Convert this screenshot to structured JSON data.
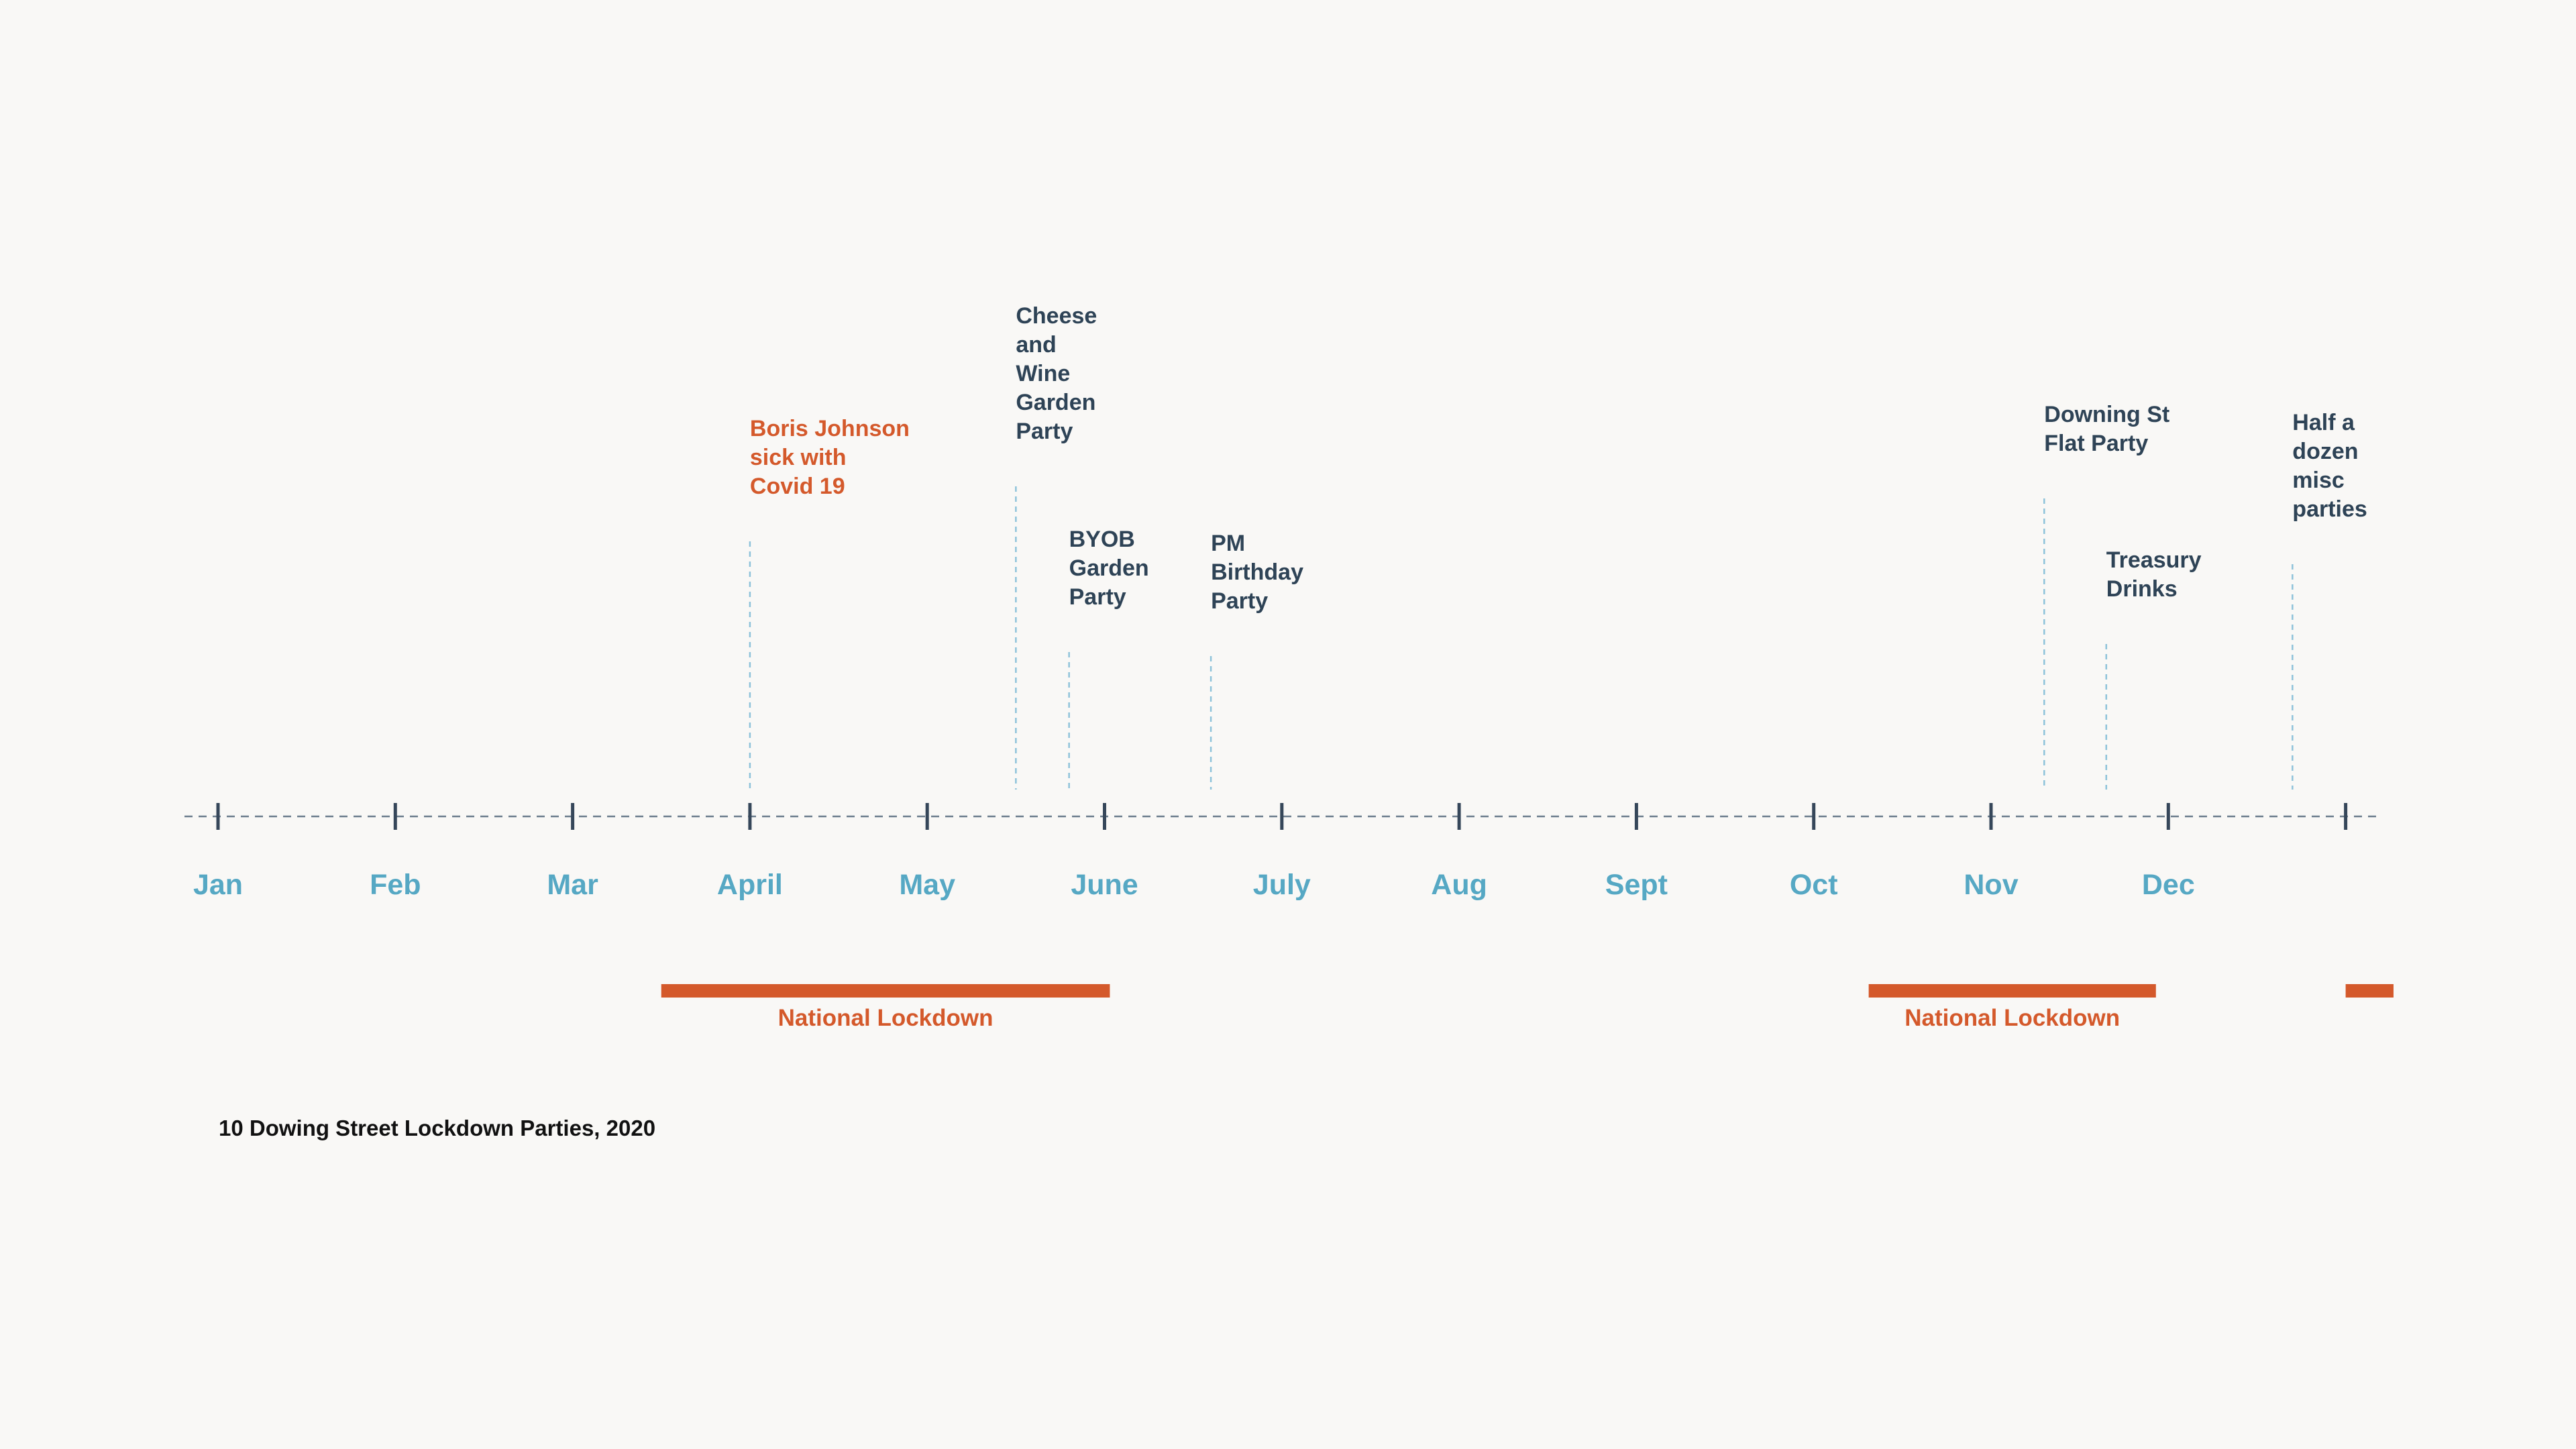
{
  "caption": "10 Dowing Street Lockdown Parties, 2020",
  "colors": {
    "background": "#f9f8f6",
    "month": "#56a8c4",
    "event_text": "#2e4356",
    "highlight": "#d4592b",
    "tick": "#36475a",
    "axis_dash": "#6b7c8c",
    "guide": "#8ec3da"
  },
  "months": [
    "Jan",
    "Feb",
    "Mar",
    "April",
    "May",
    "June",
    "July",
    "Aug",
    "Sept",
    "Oct",
    "Nov",
    "Dec"
  ],
  "events": [
    {
      "label": "Boris Johnson\nsick with\nCovid 19",
      "month": 3.0,
      "highlight": true
    },
    {
      "label": "Cheese\nand\nWine\nGarden\nParty",
      "month": 4.5,
      "highlight": false
    },
    {
      "label": "BYOB\nGarden\nParty",
      "month": 4.8,
      "highlight": false
    },
    {
      "label": "PM\nBirthday\nParty",
      "month": 5.6,
      "highlight": false
    },
    {
      "label": "Downing St\nFlat Party",
      "month": 10.3,
      "highlight": false
    },
    {
      "label": "Treasury\nDrinks",
      "month": 10.65,
      "highlight": false
    },
    {
      "label": "Half a\ndozen\nmisc\nparties",
      "month": 11.7,
      "highlight": false
    }
  ],
  "lockdowns": [
    {
      "label": "National Lockdown",
      "start_month": 2.5,
      "end_month": 5.03
    },
    {
      "label": "National Lockdown",
      "start_month": 9.31,
      "end_month": 10.93
    },
    {
      "label": "",
      "start_month": 12.0,
      "end_month": 12.27
    }
  ]
}
